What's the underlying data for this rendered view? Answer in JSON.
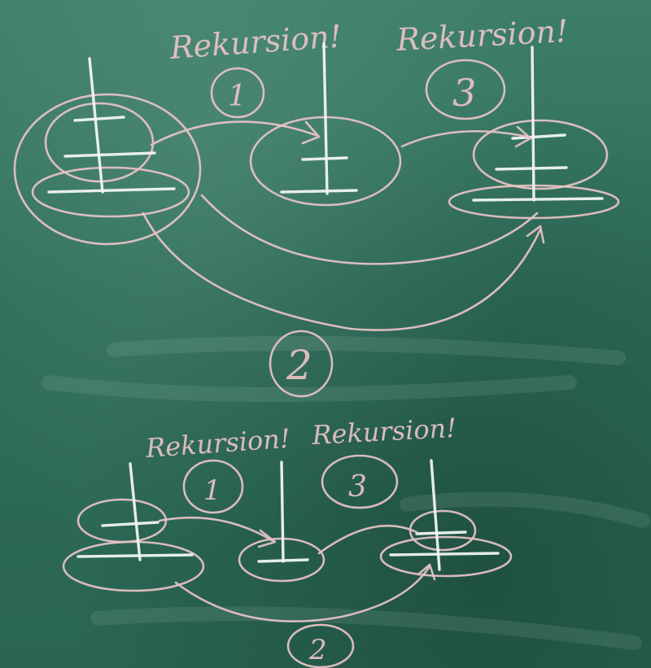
{
  "top_diagram": {
    "label_left": "Rekursion!",
    "label_right": "Rekursion!",
    "step_1": "1",
    "step_2": "2",
    "step_3": "3"
  },
  "bottom_diagram": {
    "label_left": "Rekursion!",
    "label_right": "Rekursion!",
    "step_1": "1",
    "step_2": "2",
    "step_3": "3"
  },
  "colors": {
    "board": "#2f6f5c",
    "chalk_pink": "#e9c3c7",
    "chalk_white": "#f1f4f2"
  }
}
